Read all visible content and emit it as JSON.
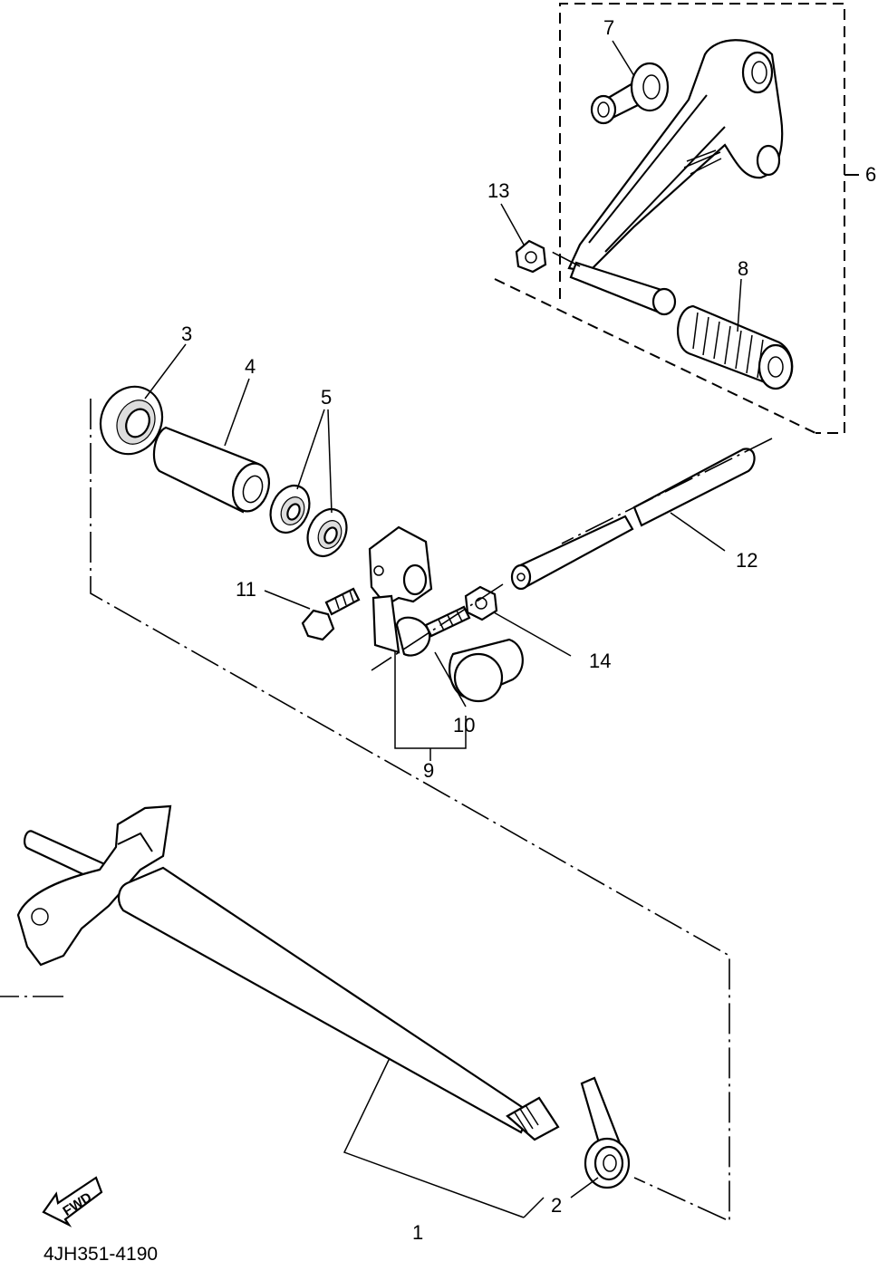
{
  "diagram": {
    "drawing_code": "4JH351-4190",
    "fwd_arrow_text": "FWD",
    "callouts": [
      {
        "id": "c1",
        "text": "1"
      },
      {
        "id": "c2",
        "text": "2"
      },
      {
        "id": "c3",
        "text": "3"
      },
      {
        "id": "c4",
        "text": "4"
      },
      {
        "id": "c5",
        "text": "5"
      },
      {
        "id": "c6",
        "text": "6"
      },
      {
        "id": "c7",
        "text": "7"
      },
      {
        "id": "c8",
        "text": "8"
      },
      {
        "id": "c9",
        "text": "9"
      },
      {
        "id": "c10",
        "text": "10"
      },
      {
        "id": "c11",
        "text": "11"
      },
      {
        "id": "c12",
        "text": "12"
      },
      {
        "id": "c13",
        "text": "13"
      },
      {
        "id": "c14",
        "text": "14"
      }
    ]
  }
}
